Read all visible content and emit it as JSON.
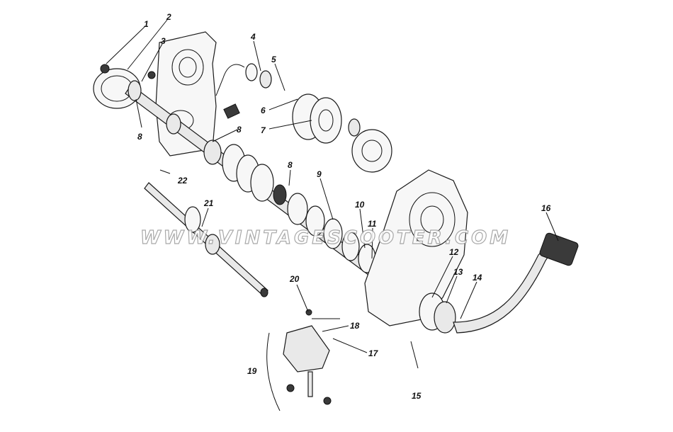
{
  "watermark": "WWW.VINTAGESCOOTER.COM",
  "callouts": [
    "1",
    "2",
    "3",
    "4",
    "5",
    "6",
    "7",
    "8",
    "8",
    "8",
    "9",
    "10",
    "11",
    "12",
    "13",
    "14",
    "15",
    "16",
    "17",
    "18",
    "19",
    "20",
    "21",
    "22"
  ]
}
